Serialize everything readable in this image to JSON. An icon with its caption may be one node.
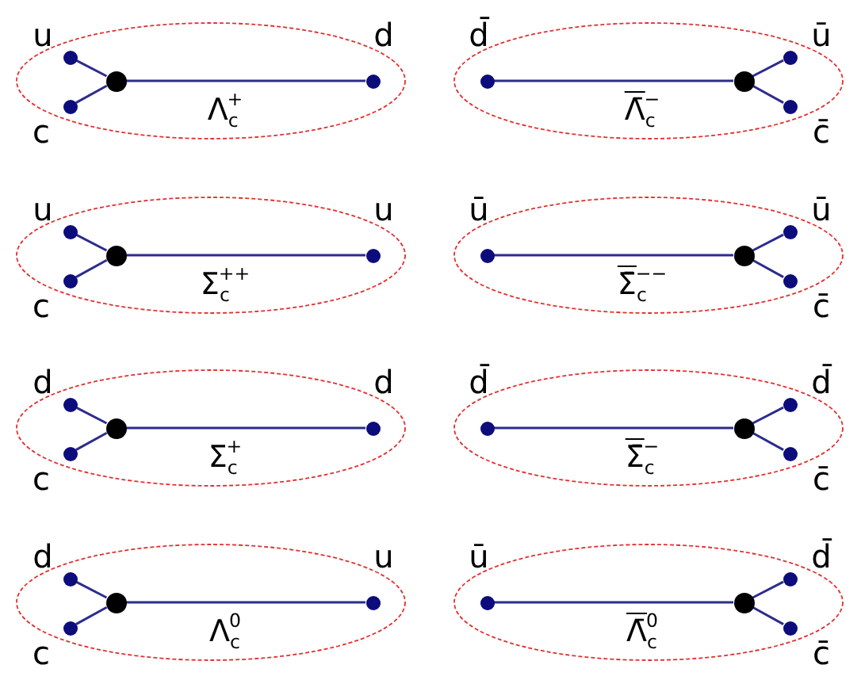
{
  "diagram": {
    "nodes": [
      {
        "text": [
          "Λ$_{c}$$^{+}$"
        ]
      },
      {
        "text": [],
        "shape": "circle",
        "in": 0,
        "beside": [
          "u"
        ]
      },
      {
        "text": [],
        "shape": "circle",
        "in": 0,
        "beside": [
          "c"
        ]
      },
      {
        "text": [],
        "shape": "circle",
        "in": 0
      },
      {
        "text": [],
        "shape": "circle",
        "in": 0,
        "beside": [
          "d"
        ]
      },
      {
        "text": [
          "Λ̄$_{c}$$^{−}$"
        ]
      },
      {
        "text": [],
        "shape": "circle",
        "in": 5,
        "beside": [
          "d̄"
        ]
      },
      {
        "text": [],
        "shape": "circle",
        "in": 5
      },
      {
        "text": [],
        "shape": "circle",
        "in": 5,
        "beside": [
          "ū"
        ]
      },
      {
        "text": [],
        "shape": "circle",
        "in": 5,
        "beside": [
          "c̄"
        ]
      },
      {
        "text": [
          "Σ$_{c}$$^{++}$"
        ]
      },
      {
        "text": [],
        "shape": "circle",
        "in": 10,
        "beside": [
          "u"
        ]
      },
      {
        "text": [],
        "shape": "circle",
        "in": 10,
        "beside": [
          "c"
        ]
      },
      {
        "text": [],
        "shape": "circle",
        "in": 10
      },
      {
        "text": [],
        "shape": "circle",
        "in": 10,
        "beside": [
          "u"
        ]
      },
      {
        "text": [
          "Σ̄$_{c}$$^{−−}$"
        ]
      },
      {
        "text": [],
        "shape": "circle",
        "in": 15,
        "beside": [
          "ū"
        ]
      },
      {
        "text": [],
        "shape": "circle",
        "in": 15
      },
      {
        "text": [],
        "shape": "circle",
        "in": 15,
        "beside": [
          "ū"
        ]
      },
      {
        "text": [],
        "shape": "circle",
        "in": 15,
        "beside": [
          "c̄"
        ]
      },
      {
        "text": [
          "Σ$_{c}$$^{+}$"
        ]
      },
      {
        "text": [],
        "shape": "circle",
        "in": 20,
        "beside": [
          "d"
        ]
      },
      {
        "text": [],
        "shape": "circle",
        "in": 20,
        "beside": [
          "c"
        ]
      },
      {
        "text": [],
        "shape": "circle",
        "in": 20
      },
      {
        "text": [],
        "shape": "circle",
        "in": 20,
        "beside": [
          "d"
        ]
      },
      {
        "text": [
          "Σ̄$_{c}$$^{−}$"
        ]
      },
      {
        "text": [],
        "shape": "circle",
        "in": 25,
        "beside": [
          "d̄"
        ]
      },
      {
        "text": [],
        "shape": "circle",
        "in": 25
      },
      {
        "text": [],
        "shape": "circle",
        "in": 25,
        "beside": [
          "d̄"
        ]
      },
      {
        "text": [],
        "shape": "circle",
        "in": 25,
        "beside": [
          "c̄"
        ]
      },
      {
        "text": [
          "Λ$_{c}$$^{0}$"
        ]
      },
      {
        "text": [],
        "shape": "circle",
        "in": 30,
        "beside": [
          "d"
        ]
      },
      {
        "text": [],
        "shape": "circle",
        "in": 30,
        "beside": [
          "c"
        ]
      },
      {
        "text": [],
        "shape": "circle",
        "in": 30
      },
      {
        "text": [],
        "shape": "circle",
        "in": 30,
        "beside": [
          "u"
        ]
      },
      {
        "text": [
          "Λ̄$_{c}$$^{0}$"
        ]
      },
      {
        "text": [],
        "shape": "circle",
        "in": 35,
        "beside": [
          "ū"
        ]
      },
      {
        "text": [],
        "shape": "circle",
        "in": 35
      },
      {
        "text": [],
        "shape": "circle",
        "in": 35,
        "beside": [
          "d̄"
        ]
      },
      {
        "text": [],
        "shape": "circle",
        "in": 35,
        "beside": [
          "c̄"
        ]
      }
    ],
    "edges": [
      {
        "from": 1,
        "to": 3,
        "arrow": "none"
      },
      {
        "from": 2,
        "to": 3,
        "arrow": "none"
      },
      {
        "from": 3,
        "to": 4,
        "arrow": "none"
      },
      {
        "from": 6,
        "to": 7,
        "arrow": "none"
      },
      {
        "from": 7,
        "to": 8,
        "arrow": "none"
      },
      {
        "from": 7,
        "to": 9,
        "arrow": "none"
      },
      {
        "from": 11,
        "to": 13,
        "arrow": "none"
      },
      {
        "from": 12,
        "to": 13,
        "arrow": "none"
      },
      {
        "from": 13,
        "to": 14,
        "arrow": "none"
      },
      {
        "from": 16,
        "to": 17,
        "arrow": "none"
      },
      {
        "from": 17,
        "to": 18,
        "arrow": "none"
      },
      {
        "from": 17,
        "to": 19,
        "arrow": "none"
      },
      {
        "from": 21,
        "to": 23,
        "arrow": "none"
      },
      {
        "from": 22,
        "to": 23,
        "arrow": "none"
      },
      {
        "from": 23,
        "to": 24,
        "arrow": "none"
      },
      {
        "from": 26,
        "to": 27,
        "arrow": "none"
      },
      {
        "from": 27,
        "to": 28,
        "arrow": "none"
      },
      {
        "from": 27,
        "to": 29,
        "arrow": "none"
      },
      {
        "from": 31,
        "to": 33,
        "arrow": "none"
      },
      {
        "from": 32,
        "to": 33,
        "arrow": "none"
      },
      {
        "from": 33,
        "to": 34,
        "arrow": "none"
      },
      {
        "from": 36,
        "to": 37,
        "arrow": "none"
      },
      {
        "from": 37,
        "to": 38,
        "arrow": "none"
      },
      {
        "from": 37,
        "to": 39,
        "arrow": "none"
      }
    ]
  }
}
